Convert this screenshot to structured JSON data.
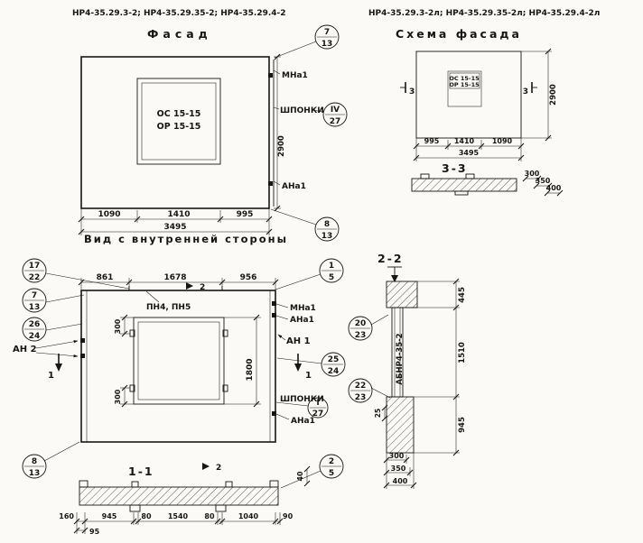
{
  "meta": {
    "ink": "#161616",
    "paper": "#fbfaf6"
  },
  "header": {
    "left_codes": "НР4-35.29.3-2; НР4-35.29.35-2; НР4-35.29.4-2",
    "left_title": "Фасад",
    "right_codes": "НР4-35.29.3-2л; НР4-35.29.35-2л; НР4-35.29.4-2л",
    "right_title": "Схема фасада"
  },
  "facade": {
    "window_line1": "ОС 15-15",
    "window_line2": "ОР 15-15",
    "label_mna1": "МНа1",
    "label_shponki": "ШПОНКИ",
    "label_ana1": "АНа1",
    "dim_height": "2900",
    "dims_bottom": [
      "1090",
      "1410",
      "995"
    ],
    "dim_total": "3495",
    "callout_top": {
      "n": "7",
      "d": "13"
    },
    "callout_key": {
      "n": "IV",
      "d": "27"
    },
    "callout_bottom": {
      "n": "8",
      "d": "13"
    }
  },
  "scheme": {
    "window_line1": "ОС 15-15",
    "window_line2": "ОР 15-15",
    "section_mark": "3",
    "dims_bottom": [
      "995",
      "1410",
      "1090"
    ],
    "dim_total": "3495",
    "dim_height": "2900",
    "section_title": "3-3",
    "profile_dims": [
      "300",
      "350",
      "400"
    ]
  },
  "inner": {
    "title": "Вид с внутренней стороны",
    "dims_top": [
      "861",
      "1678",
      "956"
    ],
    "callout_17_22": {
      "n": "17",
      "d": "22"
    },
    "callout_7_13": {
      "n": "7",
      "d": "13"
    },
    "callout_26_24": {
      "n": "26",
      "d": "24"
    },
    "label_an2": "АН 2",
    "label_pn": "ПН4, ПН5",
    "dim_300_top": "300",
    "dim_300_bottom": "300",
    "dim_1800": "1800",
    "mark_1": "1",
    "mark_2": "2",
    "callout_1_5": {
      "n": "1",
      "d": "5"
    },
    "label_mna1": "МНа1",
    "label_ana1_top": "АНа1",
    "label_an1": "АН 1",
    "callout_25_24": {
      "n": "25",
      "d": "24"
    },
    "label_shponki": "ШПОНКИ",
    "callout_1_27": {
      "n": "I",
      "d": "27"
    },
    "label_ana1_bottom": "АНа1",
    "callout_8_13": {
      "n": "8",
      "d": "13"
    },
    "section_title": "1-1",
    "callout_2_5": {
      "n": "2",
      "d": "5"
    },
    "dim_40": "40",
    "dims_bottom": [
      "160",
      "945",
      "80",
      "1540",
      "80",
      "1040",
      "90"
    ],
    "dim_95": "95"
  },
  "section22": {
    "title": "2-2",
    "callout_20_23": {
      "n": "20",
      "d": "23"
    },
    "panel_code": "АБНР4-35-2",
    "callout_22_23": {
      "n": "22",
      "d": "23"
    },
    "dims_right": [
      "445",
      "1510",
      "945"
    ],
    "dim_25": "25",
    "dims_bottom": [
      "300",
      "350",
      "400"
    ]
  }
}
